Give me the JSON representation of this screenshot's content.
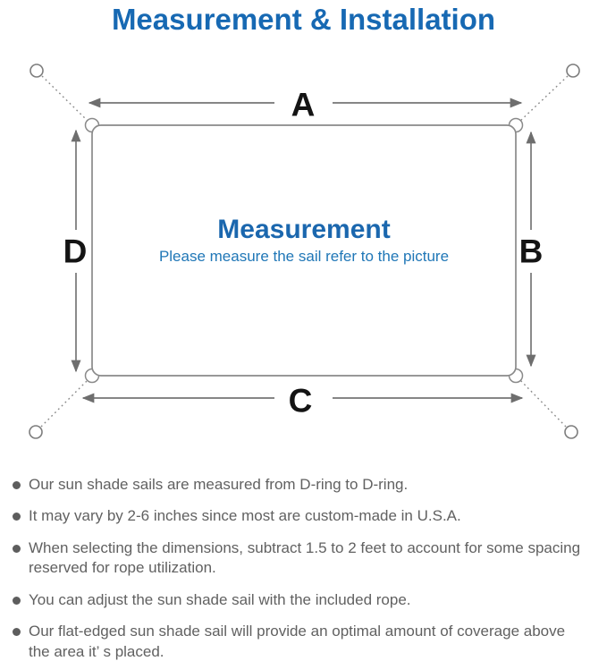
{
  "title": "Measurement & Installation",
  "diagram": {
    "label_a": "A",
    "label_b": "B",
    "label_c": "C",
    "label_d": "D",
    "center_title": "Measurement",
    "center_subtitle": "Please measure the sail refer to the picture"
  },
  "notes": [
    "Our sun shade sails are measured from D-ring to D-ring.",
    "It may vary by 2-6 inches since most are custom-made in U.S.A.",
    "When selecting the dimensions, subtract 1.5 to 2 feet to account for some spacing reserved for rope utilization.",
    "You can adjust the sun shade sail with the included rope.",
    "Our flat-edged sun shade sail will provide an optimal amount of coverage above the area it’ s placed."
  ],
  "colors": {
    "title_blue": "#1769b3",
    "center_blue": "#1b67ae",
    "subtitle_blue": "#2077b7",
    "line_gray": "#8a8a8a",
    "arrow_gray": "#6e6e6e",
    "label_black": "#141414",
    "note_gray": "#616161"
  }
}
